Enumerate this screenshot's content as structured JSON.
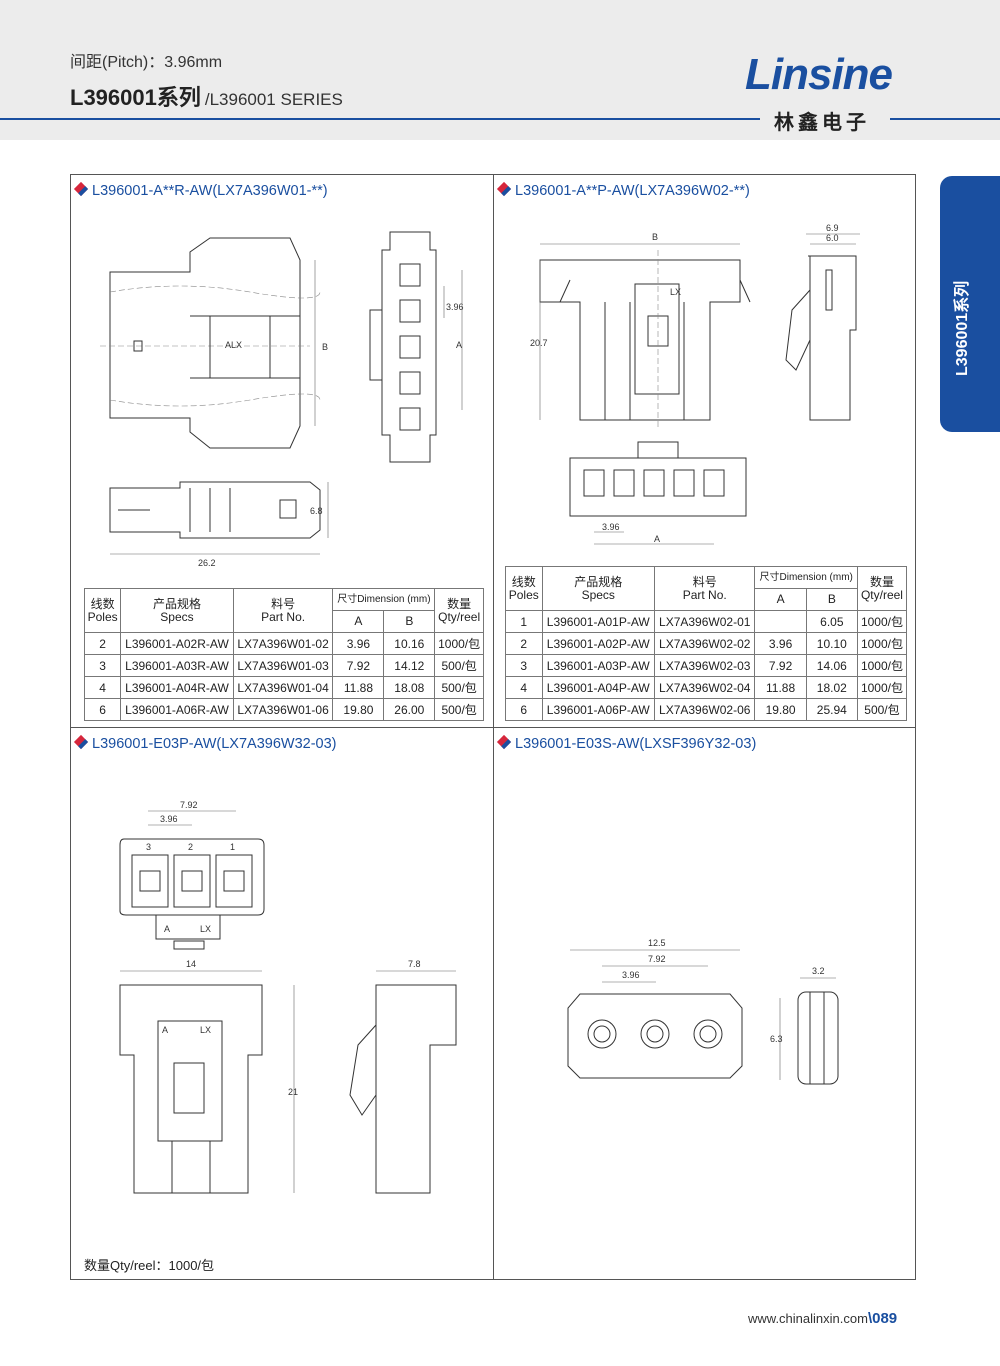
{
  "header": {
    "pitch": "间距(Pitch)：3.96mm",
    "series_title": "L396001系列",
    "series_sub": "/L396001 SERIES",
    "logo": "Linsine",
    "logo_cn": "林鑫电子"
  },
  "sidetab": {
    "label": "L396001系列"
  },
  "panels": {
    "q1": {
      "title": "L396001-A**R-AW(LX7A396W01-**)",
      "dims": {
        "b": "B",
        "a": "A",
        "pitch": "3.96",
        "w": "26.2",
        "h": "6.8",
        "lx": "LX",
        "ma": "A"
      }
    },
    "q2": {
      "title": "L396001-A**P-AW(LX7A396W02-**)",
      "dims": {
        "b": "B",
        "h": "20.7",
        "d1": "6.9",
        "d2": "6.0",
        "pitch": "3.96",
        "a": "A",
        "lx": "LX"
      }
    },
    "q3": {
      "title": "L396001-E03P-AW(LX7A396W32-03)",
      "dims": {
        "d1": "7.92",
        "d2": "3.96",
        "w": "14",
        "h": "21",
        "s": "7.8",
        "n3": "3",
        "n2": "2",
        "n1": "1",
        "ma": "A",
        "lx": "LX"
      }
    },
    "q4": {
      "title": "L396001-E03S-AW(LXSF396Y32-03)",
      "dims": {
        "d1": "12.5",
        "d2": "7.92",
        "d3": "3.96",
        "s": "3.2",
        "h": "6.3"
      }
    }
  },
  "tables": {
    "t1": {
      "h_poles_cn": "线数",
      "h_poles_en": "Poles",
      "h_specs_cn": "产品规格",
      "h_specs_en": "Specs",
      "h_part_cn": "料号",
      "h_part_en": "Part No.",
      "h_dim": "尺寸Dimension (mm)",
      "h_a": "A",
      "h_b": "B",
      "h_qty_cn": "数量",
      "h_qty_en": "Qty/reel",
      "rows": [
        [
          "2",
          "L396001-A02R-AW",
          "LX7A396W01-02",
          "3.96",
          "10.16",
          "1000/包"
        ],
        [
          "3",
          "L396001-A03R-AW",
          "LX7A396W01-03",
          "7.92",
          "14.12",
          "500/包"
        ],
        [
          "4",
          "L396001-A04R-AW",
          "LX7A396W01-04",
          "11.88",
          "18.08",
          "500/包"
        ],
        [
          "6",
          "L396001-A06R-AW",
          "LX7A396W01-06",
          "19.80",
          "26.00",
          "500/包"
        ]
      ]
    },
    "t2": {
      "h_poles_cn": "线数",
      "h_poles_en": "Poles",
      "h_specs_cn": "产品规格",
      "h_specs_en": "Specs",
      "h_part_cn": "料号",
      "h_part_en": "Part No.",
      "h_dim": "尺寸Dimension (mm)",
      "h_a": "A",
      "h_b": "B",
      "h_qty_cn": "数量",
      "h_qty_en": "Qty/reel",
      "rows": [
        [
          "1",
          "L396001-A01P-AW",
          "LX7A396W02-01",
          "",
          "6.05",
          "1000/包"
        ],
        [
          "2",
          "L396001-A02P-AW",
          "LX7A396W02-02",
          "3.96",
          "10.10",
          "1000/包"
        ],
        [
          "3",
          "L396001-A03P-AW",
          "LX7A396W02-03",
          "7.92",
          "14.06",
          "1000/包"
        ],
        [
          "4",
          "L396001-A04P-AW",
          "LX7A396W02-04",
          "11.88",
          "18.02",
          "1000/包"
        ],
        [
          "6",
          "L396001-A06P-AW",
          "LX7A396W02-06",
          "19.80",
          "25.94",
          "500/包"
        ]
      ]
    }
  },
  "qty_note": "数量Qty/reel：1000/包",
  "footer": {
    "url": "www.chinalinxin.com",
    "sep": "\\",
    "page": "089"
  }
}
